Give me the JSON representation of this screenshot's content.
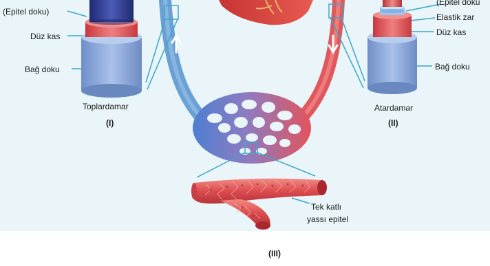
{
  "labels": {
    "vein": {
      "epithelium": "(Epitel doku)",
      "smooth_muscle": "Düz kas",
      "connective": "Bağ doku",
      "name": "Toplardamar",
      "numeral": "(I)"
    },
    "artery": {
      "epithelium": "(Epitel doku",
      "elastic": "Elastik zar",
      "smooth_muscle": "Düz kas",
      "connective": "Bağ doku",
      "name": "Atardamar",
      "numeral": "(II)"
    },
    "capillary": {
      "tissue_line1": "Tek katlı",
      "tissue_line2": "yassı epitel",
      "numeral": "(III)"
    }
  },
  "colors": {
    "background": "#e9f5f8",
    "vein_blue": "#6aa0d4",
    "artery_red": "#e0575c",
    "connective": "#8fb0de",
    "muscle": "#e1545a",
    "leader_line": "#3aa7c9"
  }
}
